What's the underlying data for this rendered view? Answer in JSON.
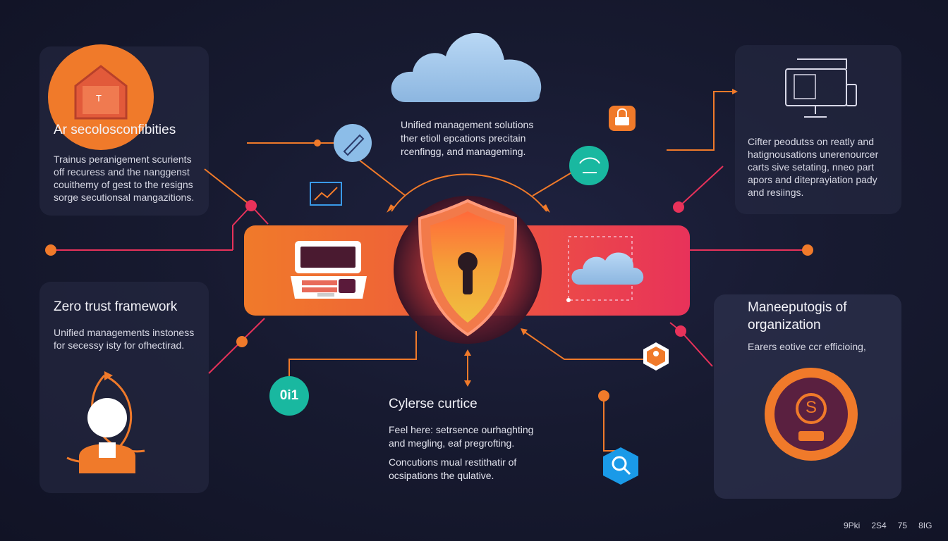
{
  "top_left_card": {
    "title": "Ar secolosconfibities",
    "body": "Trainus peranigement scurients\noff recuress and the nanggenst\ncouithemy of gest to the resigns\nsorge secutionsal mangazitions."
  },
  "mid_left_card": {
    "title": "Zero trust framework",
    "body": "Unified managements instoness\nfor secessy isty for ofhectirad."
  },
  "top_center": {
    "body": "Unified management solutions\nther etioll epcations precitain\nrcenfingg, and manageming."
  },
  "top_right_card": {
    "body": "Cifter peodutss on reatly and\nhatignousations unerenourcer\ncarts sive setating, nneo part\napors and diteprayiation pady\nand resiings."
  },
  "bottom_right_card": {
    "title": "Maneeputogis of\norganization",
    "body": "Earers eotive ccr efficioing,"
  },
  "bottom_center": {
    "title": "Cylerse curtice",
    "body1": "Feel here: setrsence ourhaghting\nand megling, eaf pregrofting.",
    "body2": "Concutions mual restithatir of\nocsipations the qulative."
  },
  "badge_0i1": "0i1",
  "house_letter": "T",
  "coin_letter": "S",
  "footer": [
    "9Pki",
    "2S4",
    "75",
    "8IG"
  ],
  "colors": {
    "orange": "#f07a2a",
    "pink": "#e8325a",
    "teal": "#19b8a0",
    "sky": "#9ec6ea",
    "bg": "#171a30"
  },
  "icons": [
    "house-icon",
    "cloud-icon",
    "pen-icon",
    "lock-badge-icon",
    "network-icon",
    "monitor-icon",
    "chart-icon",
    "laptop-icon",
    "shield-lock-icon",
    "user-icon",
    "search-icon",
    "coin-icon",
    "person-badge-icon"
  ]
}
